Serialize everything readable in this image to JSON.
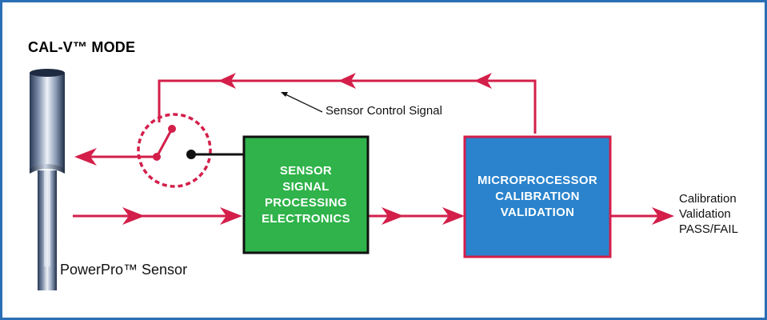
{
  "title": "CAL-V™ MODE",
  "sensor_label": "PowerPro™ Sensor",
  "control_signal_label": "Sensor Control Signal",
  "box_processing": "SENSOR\nSIGNAL\nPROCESSING\nELECTRONICS",
  "box_microprocessor": "MICROPROCESSOR\nCALIBRATION\nVALIDATION",
  "output_label": "Calibration\nValidation\nPASS/FAIL",
  "colors": {
    "border": "#2a6fb5",
    "signal_red": "#d31f4a",
    "processing_green": "#2fb34a",
    "microprocessor_blue": "#2a83cc"
  }
}
